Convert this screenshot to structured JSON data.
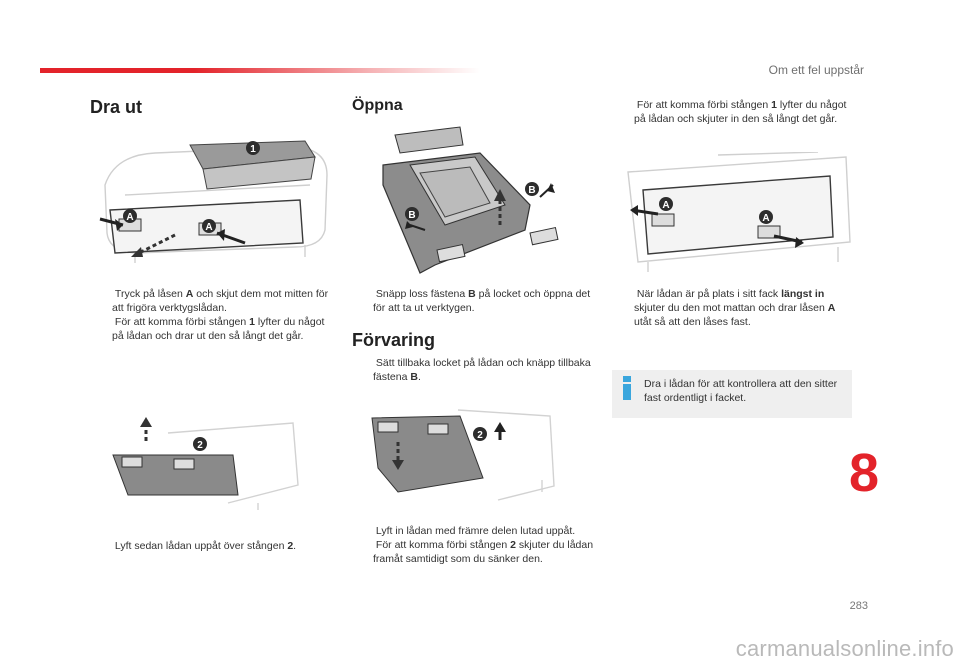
{
  "header": {
    "chapter_title": "Om ett fel uppstår"
  },
  "sections": {
    "dra_ut": {
      "title": "Dra ut",
      "bullets": [
        {
          "parts": [
            "Tryck på låsen ",
            "A",
            " och skjut dem mot mitten för att frigöra verktygslådan."
          ]
        },
        {
          "parts": [
            "För att komma förbi stången ",
            "1",
            " lyfter du något på lådan och drar ut den så långt det går."
          ]
        }
      ],
      "bullets2": [
        {
          "parts": [
            "Lyft sedan lådan uppåt över stången ",
            "2",
            "."
          ]
        }
      ]
    },
    "oppna": {
      "title": "Öppna",
      "bullets": [
        {
          "parts": [
            "Snäpp loss fästena ",
            "B",
            " på locket och öppna det för att ta ut verktygen."
          ]
        }
      ]
    },
    "forvaring": {
      "title": "Förvaring",
      "bullets": [
        {
          "parts": [
            "Sätt tillbaka locket på lådan och knäpp tillbaka fästena ",
            "B",
            "."
          ]
        }
      ],
      "bullets2": [
        {
          "parts": [
            "Lyft in lådan med främre delen lutad uppåt.",
            "",
            ""
          ]
        },
        {
          "parts": [
            "För att komma förbi stången ",
            "2",
            " skjuter du lådan framåt samtidigt som du sänker den."
          ]
        }
      ]
    },
    "right": {
      "bullets_top": [
        {
          "parts": [
            "För att komma förbi stången ",
            "1",
            " lyfter du något på lådan och skjuter in den så långt det går."
          ]
        }
      ],
      "bullets_mid": [
        {
          "parts": [
            "När lådan är på plats i sitt fack ",
            "längst in",
            " skjuter du den mot mattan och drar låsen ",
            "A",
            " utåt så att den låses fast."
          ]
        }
      ],
      "info": "Dra i lådan för att kontrollera att den sitter fast ordentligt i facket."
    }
  },
  "figure_labels": {
    "A": "A",
    "B": "B",
    "one": "1",
    "two": "2"
  },
  "bullet_marker": "",
  "chapter_number": "8",
  "page_number": "283",
  "watermark": "carmanualsonline.info",
  "colors": {
    "accent": "#e3232a",
    "info_icon": "#3aa6dd",
    "info_bg": "#efefef"
  }
}
